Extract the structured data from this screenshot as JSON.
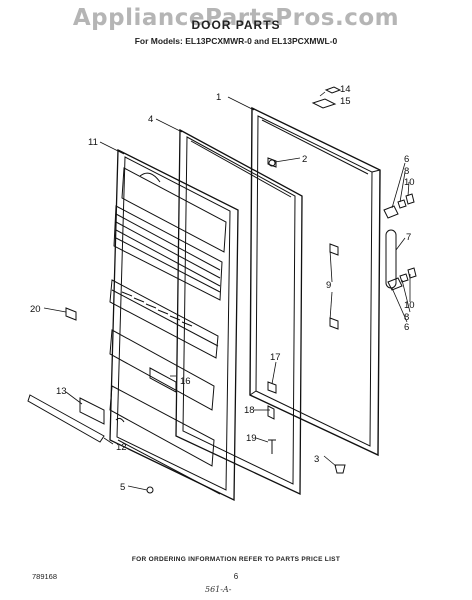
{
  "watermark": "AppliancePartsPros.com",
  "title": "DOOR PARTS",
  "models": "For Models: EL13PCXMWR-0 and EL13PCXMWL-0",
  "footer": "FOR ORDERING INFORMATION REFER TO PARTS PRICE LIST",
  "doc_number": "789168",
  "page_number": "6",
  "signature": "561-A-",
  "callouts": [
    "1",
    "14",
    "15",
    "2",
    "4",
    "11",
    "6",
    "8",
    "10",
    "7",
    "9",
    "20",
    "10",
    "8",
    "6",
    "17",
    "13",
    "16",
    "18",
    "19",
    "12",
    "5",
    "3"
  ]
}
